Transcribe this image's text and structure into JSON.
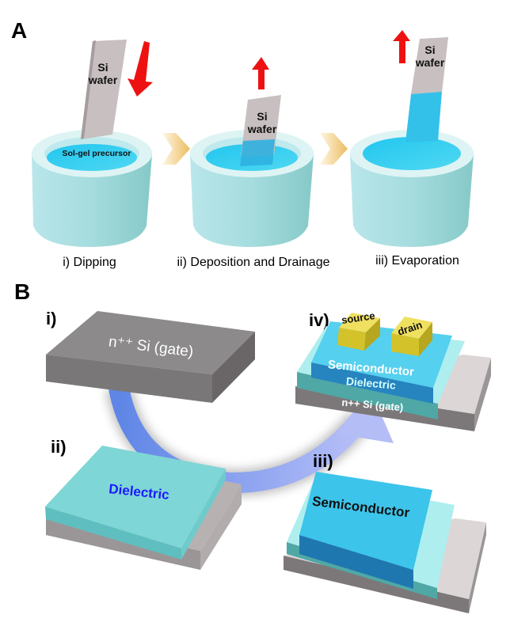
{
  "figure": {
    "panel_a": {
      "label": "A",
      "steps": [
        {
          "caption": "i) Dipping",
          "wafer_line1": "Si",
          "wafer_line2": "wafer",
          "liquid_label": "Sol-gel precursor",
          "arrow_direction": "down"
        },
        {
          "caption": "ii) Deposition and Drainage",
          "wafer_line1": "Si",
          "wafer_line2": "wafer",
          "arrow_direction": "up"
        },
        {
          "caption": "iii) Evaporation",
          "wafer_line1": "Si",
          "wafer_line2": "wafer",
          "arrow_direction": "up"
        }
      ]
    },
    "panel_b": {
      "label": "B",
      "steps": [
        {
          "numeral": "i)",
          "layer_label": "n⁺⁺ Si (gate)"
        },
        {
          "numeral": "ii)",
          "layer_label": "Dielectric"
        },
        {
          "numeral": "iii)",
          "layer_label": "Semiconductor"
        },
        {
          "numeral": "iv)",
          "contact_left": "source",
          "contact_right": "drain",
          "stack_labels": [
            "Semiconductor",
            "Dielectric",
            "n++ Si (gate)"
          ]
        }
      ]
    },
    "colors": {
      "arrow_red": "#ee1111",
      "beaker": "#9fd9dc",
      "liquid": "#33ccee",
      "wafer": "#c7bfc0",
      "gate_gray": "#8a8889",
      "dielectric": "#7fd6d6",
      "semiconductor": "#3cc4ea",
      "contact_gold": "#e2d23a",
      "cycle_arrow": "#8fa8f0",
      "dielectric_text": "#1a1aff"
    }
  }
}
